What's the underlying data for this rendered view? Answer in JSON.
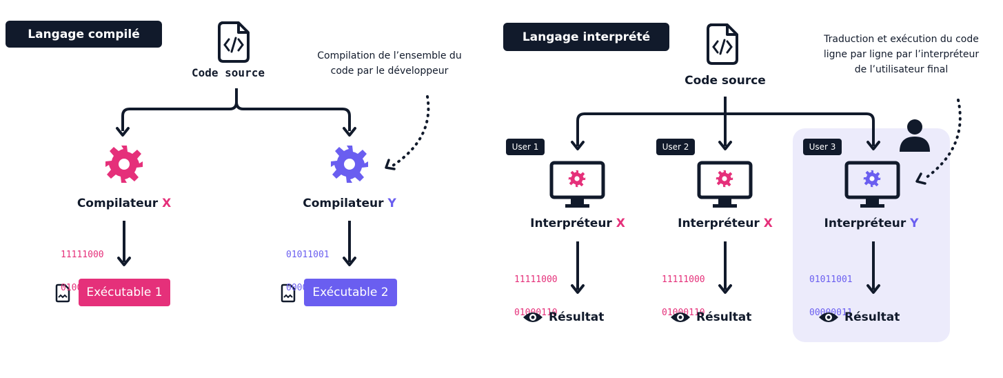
{
  "colors": {
    "dark": "#111a2b",
    "pink": "#e5307a",
    "purple": "#6a5ef0",
    "highlight_bg": "#ecebfb"
  },
  "icons": [
    "code-file-icon",
    "gear-icon",
    "monitor-icon",
    "user-icon",
    "document-icon",
    "eye-icon"
  ],
  "compiled": {
    "title": "Langage compilé",
    "source_label": "Code source",
    "note": [
      "Compilation de l’ensemble du",
      "code par le développeur"
    ],
    "compilers": [
      {
        "name": "Compilateur",
        "suffix": "X",
        "binary": [
          "11111000",
          "01000110"
        ],
        "executable": "Exécutable 1"
      },
      {
        "name": "Compilateur",
        "suffix": "Y",
        "binary": [
          "01011001",
          "00000011"
        ],
        "executable": "Exécutable 2"
      }
    ]
  },
  "interpreted": {
    "title": "Langage interprété",
    "source_label": "Code source",
    "note": [
      "Traduction et exécution du code",
      "ligne par ligne par l’interpréteur",
      "de l’utilisateur final"
    ],
    "users": [
      {
        "tag": "User 1",
        "name": "Interpréteur",
        "suffix": "X",
        "binary": [
          "11111000",
          "01000110"
        ],
        "result": "Résultat"
      },
      {
        "tag": "User 2",
        "name": "Interpréteur",
        "suffix": "X",
        "binary": [
          "11111000",
          "01000110"
        ],
        "result": "Résultat"
      },
      {
        "tag": "User 3",
        "name": "Interpréteur",
        "suffix": "Y",
        "binary": [
          "01011001",
          "00000011"
        ],
        "result": "Résultat"
      }
    ]
  }
}
